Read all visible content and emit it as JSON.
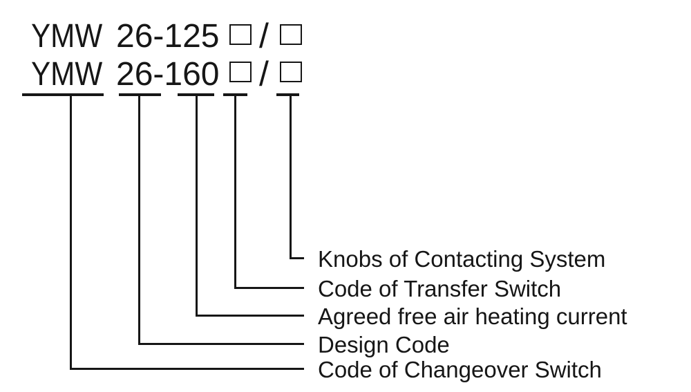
{
  "diagram": {
    "title_block": {
      "models": [
        {
          "series": "YMW",
          "spec": "26-125",
          "separator": "/"
        },
        {
          "series": "YMW",
          "spec": "26-160",
          "separator": "/"
        }
      ]
    },
    "callouts": [
      {
        "label": "Knobs of Contacting System"
      },
      {
        "label": "Code of Transfer Switch"
      },
      {
        "label": "Agreed free air heating current"
      },
      {
        "label": "Design Code"
      },
      {
        "label": "Code of Changeover Switch"
      }
    ],
    "colors": {
      "ink": "#161616",
      "background": "#ffffff"
    }
  }
}
